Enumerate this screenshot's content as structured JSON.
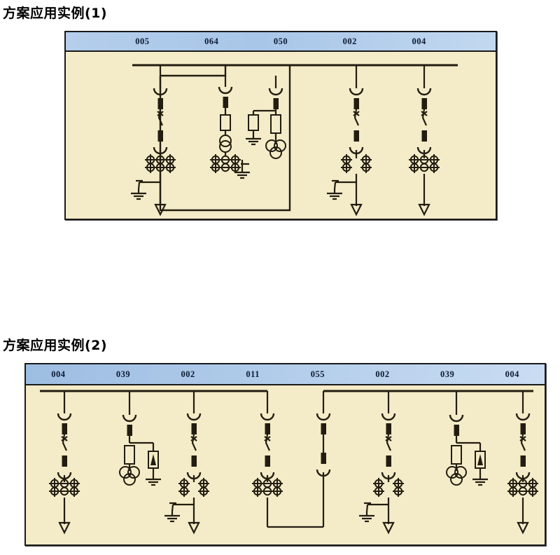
{
  "page": {
    "background": "#ffffff",
    "panel_fill": "#f4ecc8",
    "panel_border": "#1a1a1a",
    "header_blue": "#aecae9",
    "line_color": "#221d10"
  },
  "diagram1": {
    "title": "方案应用实例(1)",
    "header_labels": [
      "005",
      "064",
      "050",
      "002",
      "004"
    ],
    "bays": [
      {
        "label": "005",
        "type": "incoming-feeder",
        "symbols": [
          "load-break-switch",
          "earthing-switch",
          "current-transformer-3",
          "earth",
          "cable-out"
        ]
      },
      {
        "label": "064",
        "type": "fuse-voltage-transformer",
        "symbols": [
          "load-break-switch",
          "fuse",
          "voltage-transformer",
          "current-transformer-3"
        ]
      },
      {
        "label": "050",
        "type": "fuse-transformer",
        "symbols": [
          "load-break-switch",
          "fuse",
          "surge-arrester",
          "earth",
          "transformer-3phase"
        ]
      },
      {
        "label": "002",
        "type": "outgoing-feeder",
        "symbols": [
          "load-break-switch",
          "earthing-switch",
          "current-transformer-2",
          "earth",
          "cable-out"
        ]
      },
      {
        "label": "004",
        "type": "outgoing-feeder",
        "symbols": [
          "load-break-switch",
          "earthing-switch",
          "current-transformer-3",
          "cable-out"
        ]
      }
    ],
    "busbar": {
      "segments": 2,
      "tie": "bus-coupler-loop"
    }
  },
  "diagram2": {
    "title": "方案应用实例(2)",
    "header_labels": [
      "004",
      "039",
      "002",
      "011",
      "055",
      "002",
      "039",
      "004"
    ],
    "bays": [
      {
        "label": "004",
        "type": "outgoing-feeder",
        "symbols": [
          "load-break-switch",
          "earthing-switch",
          "current-transformer-3",
          "cable-out"
        ]
      },
      {
        "label": "039",
        "type": "metering-bay",
        "symbols": [
          "load-break-switch",
          "fuse",
          "surge-arrester",
          "earth",
          "voltage-transformer"
        ]
      },
      {
        "label": "002",
        "type": "outgoing-feeder",
        "symbols": [
          "load-break-switch",
          "earthing-switch",
          "current-transformer-2",
          "earth",
          "cable-out"
        ]
      },
      {
        "label": "011",
        "type": "bus-riser",
        "symbols": [
          "load-break-switch",
          "earthing-switch",
          "current-transformer-3",
          "bus-tie-down"
        ]
      },
      {
        "label": "055",
        "type": "bus-tie",
        "symbols": [
          "load-break-switch",
          "isolator",
          "bus-tie-down"
        ]
      },
      {
        "label": "002",
        "type": "outgoing-feeder",
        "symbols": [
          "load-break-switch",
          "earthing-switch",
          "current-transformer-2",
          "earth",
          "cable-out"
        ]
      },
      {
        "label": "039",
        "type": "metering-bay",
        "symbols": [
          "load-break-switch",
          "fuse",
          "surge-arrester",
          "earth",
          "voltage-transformer"
        ]
      },
      {
        "label": "004",
        "type": "outgoing-feeder",
        "symbols": [
          "load-break-switch",
          "earthing-switch",
          "current-transformer-3",
          "cable-out"
        ]
      }
    ],
    "busbar": {
      "segments": 2,
      "tie": "bus-coupler-loop"
    }
  }
}
